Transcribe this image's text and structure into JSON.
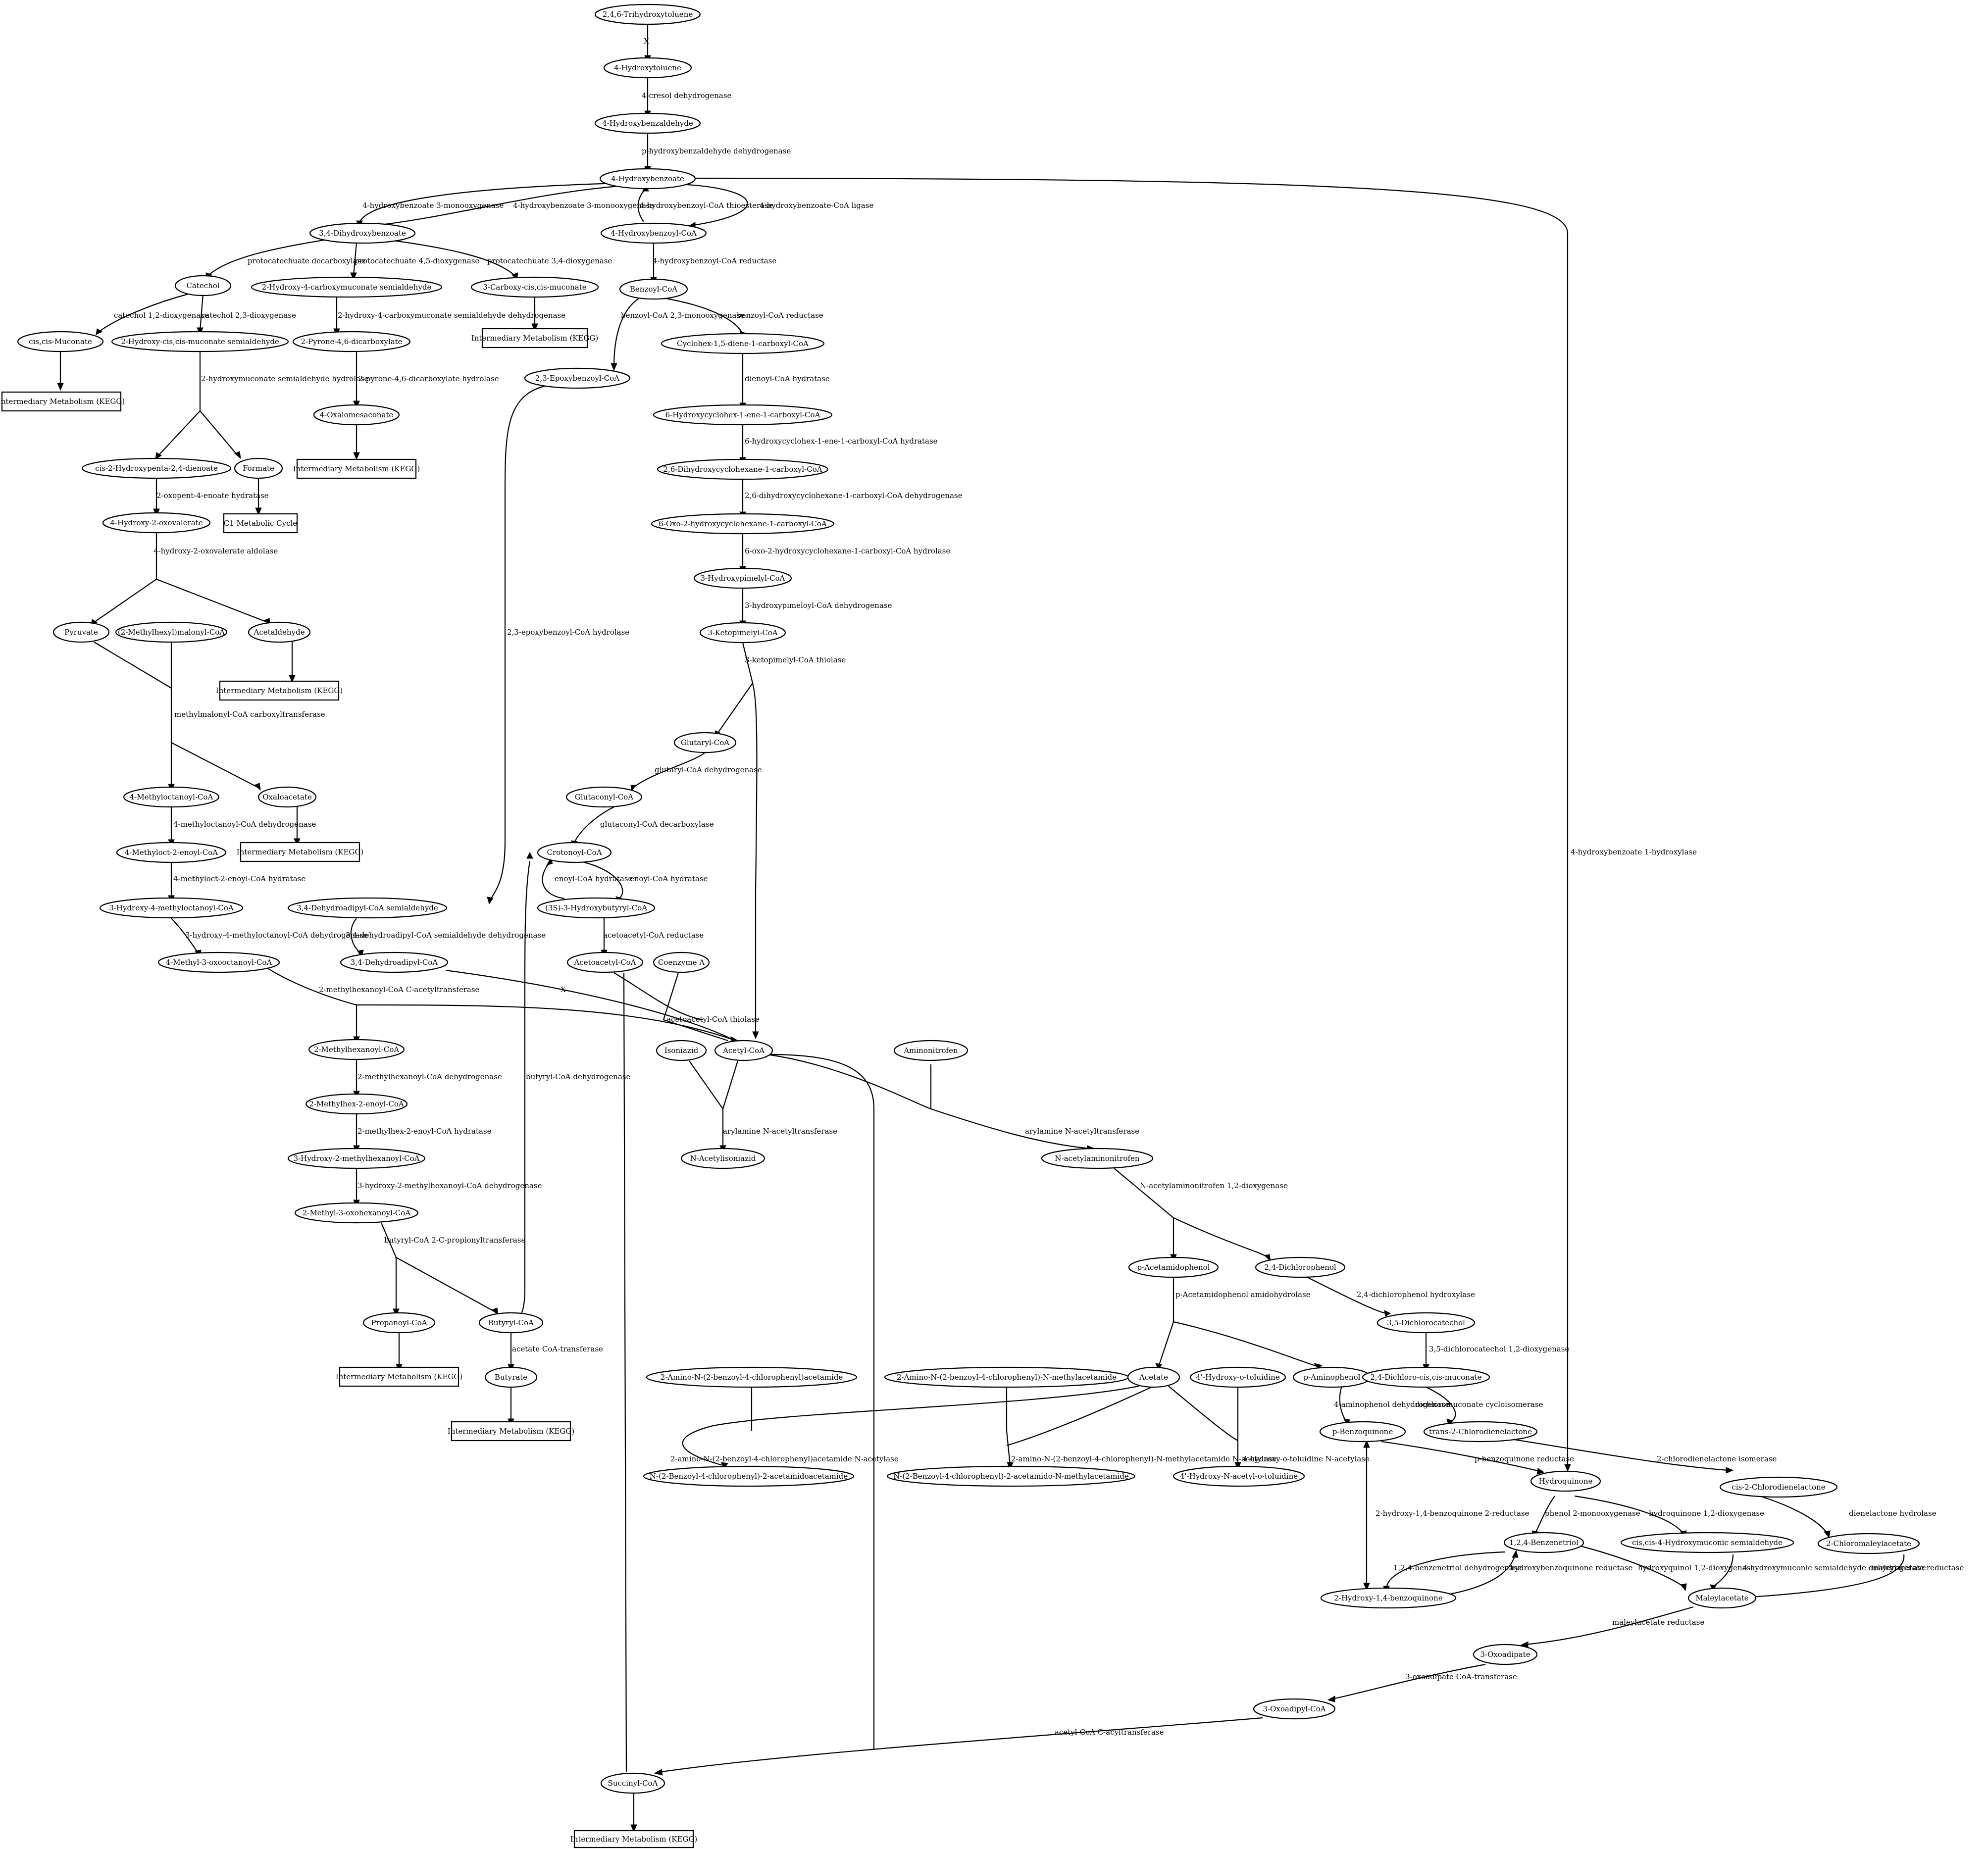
{
  "nodes": [
    {
      "id": "n1",
      "label": "2,4,6-Trihydroxytoluene",
      "shape": "ellipse"
    },
    {
      "id": "n2",
      "label": "4-Hydroxytoluene",
      "shape": "ellipse"
    },
    {
      "id": "n3",
      "label": "4-Hydroxybenzaldehyde",
      "shape": "ellipse"
    },
    {
      "id": "n4",
      "label": "4-Hydroxybenzoate",
      "shape": "ellipse"
    },
    {
      "id": "n5",
      "label": "3,4-Dihydroxybenzoate",
      "shape": "ellipse"
    },
    {
      "id": "n6",
      "label": "4-Hydroxybenzoyl-CoA",
      "shape": "ellipse"
    },
    {
      "id": "n7",
      "label": "Catechol",
      "shape": "ellipse"
    },
    {
      "id": "n8",
      "label": "2-Hydroxy-4-carboxymuconate semialdehyde",
      "shape": "ellipse"
    },
    {
      "id": "n9",
      "label": "3-Carboxy-cis,cis-muconate",
      "shape": "ellipse"
    },
    {
      "id": "n10",
      "label": "Benzoyl-CoA",
      "shape": "ellipse"
    },
    {
      "id": "n11",
      "label": "cis,cis-Muconate",
      "shape": "ellipse"
    },
    {
      "id": "n12",
      "label": "2-Hydroxy-cis,cis-muconate semialdehyde",
      "shape": "ellipse"
    },
    {
      "id": "n13",
      "label": "2-Pyrone-4,6-dicarboxylate",
      "shape": "ellipse"
    },
    {
      "id": "n14",
      "label": "Intermediary Metabolism (KEGG)",
      "shape": "box"
    },
    {
      "id": "n15",
      "label": "Cyclohex-1,5-diene-1-carboxyl-CoA",
      "shape": "ellipse"
    },
    {
      "id": "n16",
      "label": "2,3-Epoxybenzoyl-CoA",
      "shape": "ellipse"
    },
    {
      "id": "n17",
      "label": "Intermediary Metabolism (KEGG)",
      "shape": "box"
    },
    {
      "id": "n18",
      "label": "4-Oxalomesaconate",
      "shape": "ellipse"
    },
    {
      "id": "n19",
      "label": "6-Hydroxycyclohex-1-ene-1-carboxyl-CoA",
      "shape": "ellipse"
    },
    {
      "id": "n20",
      "label": "cis-2-Hydroxypenta-2,4-dienoate",
      "shape": "ellipse"
    },
    {
      "id": "n21",
      "label": "Formate",
      "shape": "ellipse"
    },
    {
      "id": "n22",
      "label": "Intermediary Metabolism (KEGG)",
      "shape": "box"
    },
    {
      "id": "n23",
      "label": "2,6-Dihydroxycyclohexane-1-carboxyl-CoA",
      "shape": "ellipse"
    },
    {
      "id": "n24",
      "label": "4-Hydroxy-2-oxovalerate",
      "shape": "ellipse"
    },
    {
      "id": "n25",
      "label": "C1 Metabolic Cycle",
      "shape": "box"
    },
    {
      "id": "n26",
      "label": "6-Oxo-2-hydroxycyclohexane-1-carboxyl-CoA",
      "shape": "ellipse"
    },
    {
      "id": "n27",
      "label": "3-Hydroxypimelyl-CoA",
      "shape": "ellipse"
    },
    {
      "id": "n28",
      "label": "Pyruvate",
      "shape": "ellipse"
    },
    {
      "id": "n29",
      "label": "(2-Methylhexyl)malonyl-CoA",
      "shape": "ellipse"
    },
    {
      "id": "n30",
      "label": "Acetaldehyde",
      "shape": "ellipse"
    },
    {
      "id": "n31",
      "label": "3-Ketopimelyl-CoA",
      "shape": "ellipse"
    },
    {
      "id": "n32",
      "label": "Intermediary Metabolism (KEGG)",
      "shape": "box"
    },
    {
      "id": "n33",
      "label": "Glutaryl-CoA",
      "shape": "ellipse"
    },
    {
      "id": "n34",
      "label": "4-Methyloctanoyl-CoA",
      "shape": "ellipse"
    },
    {
      "id": "n35",
      "label": "Oxaloacetate",
      "shape": "ellipse"
    },
    {
      "id": "n36",
      "label": "Glutaconyl-CoA",
      "shape": "ellipse"
    },
    {
      "id": "n37",
      "label": "4-Methyloct-2-enoyl-CoA",
      "shape": "ellipse"
    },
    {
      "id": "n38",
      "label": "Intermediary Metabolism (KEGG)",
      "shape": "box"
    },
    {
      "id": "n39",
      "label": "Crotonoyl-CoA",
      "shape": "ellipse"
    },
    {
      "id": "n40",
      "label": "3-Hydroxy-4-methyloctanoyl-CoA",
      "shape": "ellipse"
    },
    {
      "id": "n41",
      "label": "3,4-Dehydroadipyl-CoA semialdehyde",
      "shape": "ellipse"
    },
    {
      "id": "n42",
      "label": "(3S)-3-Hydroxybutyryl-CoA",
      "shape": "ellipse"
    },
    {
      "id": "n43",
      "label": "4-Methyl-3-oxooctanoyl-CoA",
      "shape": "ellipse"
    },
    {
      "id": "n44",
      "label": "3,4-Dehydroadipyl-CoA",
      "shape": "ellipse"
    },
    {
      "id": "n45",
      "label": "Acetoacetyl-CoA",
      "shape": "ellipse"
    },
    {
      "id": "n46",
      "label": "Coenzyme A",
      "shape": "ellipse"
    },
    {
      "id": "n47",
      "label": "Isoniazid",
      "shape": "ellipse"
    },
    {
      "id": "n48",
      "label": "Acetyl-CoA",
      "shape": "ellipse"
    },
    {
      "id": "n49",
      "label": "Aminonitrofen",
      "shape": "ellipse"
    },
    {
      "id": "n50",
      "label": "2-Methylhexanoyl-CoA",
      "shape": "ellipse"
    },
    {
      "id": "n51",
      "label": "2-Methylhex-2-enoyl-CoA",
      "shape": "ellipse"
    },
    {
      "id": "n52",
      "label": "N-Acetylisoniazid",
      "shape": "ellipse"
    },
    {
      "id": "n53",
      "label": "N-acetylaminonitrofen",
      "shape": "ellipse"
    },
    {
      "id": "n54",
      "label": "3-Hydroxy-2-methylhexanoyl-CoA",
      "shape": "ellipse"
    },
    {
      "id": "n55",
      "label": "2-Methyl-3-oxohexanoyl-CoA",
      "shape": "ellipse"
    },
    {
      "id": "n56",
      "label": "p-Acetamidophenol",
      "shape": "ellipse"
    },
    {
      "id": "n57",
      "label": "2,4-Dichlorophenol",
      "shape": "ellipse"
    },
    {
      "id": "n58",
      "label": "Propanoyl-CoA",
      "shape": "ellipse"
    },
    {
      "id": "n59",
      "label": "Butyryl-CoA",
      "shape": "ellipse"
    },
    {
      "id": "n60",
      "label": "3,5-Dichlorocatechol",
      "shape": "ellipse"
    },
    {
      "id": "n61",
      "label": "Intermediary Metabolism (KEGG)",
      "shape": "box"
    },
    {
      "id": "n62",
      "label": "2-Amino-N-(2-benzoyl-4-chlorophenyl)acetamide",
      "shape": "ellipse"
    },
    {
      "id": "n63",
      "label": "2-Amino-N-(2-benzoyl-4-chlorophenyl)-N-methylacetamide",
      "shape": "ellipse"
    },
    {
      "id": "n64",
      "label": "Acetate",
      "shape": "ellipse"
    },
    {
      "id": "n65",
      "label": "4'-Hydroxy-o-toluidine",
      "shape": "ellipse"
    },
    {
      "id": "n66",
      "label": "p-Aminophenol",
      "shape": "ellipse"
    },
    {
      "id": "n67",
      "label": "2,4-Dichloro-cis,cis-muconate",
      "shape": "ellipse"
    },
    {
      "id": "n68",
      "label": "Butyrate",
      "shape": "ellipse"
    },
    {
      "id": "n69",
      "label": "Intermediary Metabolism (KEGG)",
      "shape": "box"
    },
    {
      "id": "n70",
      "label": "p-Benzoquinone",
      "shape": "ellipse"
    },
    {
      "id": "n71",
      "label": "trans-2-Chlorodienelactone",
      "shape": "ellipse"
    },
    {
      "id": "n72",
      "label": "N-(2-Benzoyl-4-chlorophenyl)-2-acetamidoacetamide",
      "shape": "ellipse"
    },
    {
      "id": "n73",
      "label": "N-(2-Benzoyl-4-chlorophenyl)-2-acetamido-N-methylacetamide",
      "shape": "ellipse"
    },
    {
      "id": "n74",
      "label": "4'-Hydroxy-N-acetyl-o-toluidine",
      "shape": "ellipse"
    },
    {
      "id": "n75",
      "label": "Hydroquinone",
      "shape": "ellipse"
    },
    {
      "id": "n76",
      "label": "cis-2-Chlorodienelactone",
      "shape": "ellipse"
    },
    {
      "id": "n77",
      "label": "1,2,4-Benzenetriol",
      "shape": "ellipse"
    },
    {
      "id": "n78",
      "label": "cis,cis-4-Hydroxymuconic semialdehyde",
      "shape": "ellipse"
    },
    {
      "id": "n79",
      "label": "2-Chloromaleylacetate",
      "shape": "ellipse"
    },
    {
      "id": "n80",
      "label": "2-Hydroxy-1,4-benzoquinone",
      "shape": "ellipse"
    },
    {
      "id": "n81",
      "label": "Maleylacetate",
      "shape": "ellipse"
    },
    {
      "id": "n82",
      "label": "3-Oxoadipate",
      "shape": "ellipse"
    },
    {
      "id": "n83",
      "label": "3-Oxoadipyl-CoA",
      "shape": "ellipse"
    },
    {
      "id": "n84",
      "label": "Succinyl-CoA",
      "shape": "ellipse"
    },
    {
      "id": "n85",
      "label": "Intermediary Metabolism (KEGG)",
      "shape": "box"
    }
  ],
  "edge_labels": [
    {
      "id": "e1",
      "label": "X"
    },
    {
      "id": "e2",
      "label": "4-cresol dehydrogenase"
    },
    {
      "id": "e3",
      "label": "p-hydroxybenzaldehyde dehydrogenase"
    },
    {
      "id": "e4",
      "label": "4-hydroxybenzoate 3-monooxygenase"
    },
    {
      "id": "e5",
      "label": "4-hydroxybenzoate 3-monooxygenase"
    },
    {
      "id": "e6",
      "label": "4-hydroxybenzoyl-CoA thioesterase"
    },
    {
      "id": "e7",
      "label": "4-hydroxybenzoate-CoA ligase"
    },
    {
      "id": "e8",
      "label": "4-hydroxybenzoate 1-hydroxylase"
    },
    {
      "id": "e9",
      "label": "protocatechuate decarboxylase"
    },
    {
      "id": "e10",
      "label": "protocatechuate 4,5-dioxygenase"
    },
    {
      "id": "e11",
      "label": "protocatechuate 3,4-dioxygenase"
    },
    {
      "id": "e12",
      "label": "4-hydroxybenzoyl-CoA reductase"
    },
    {
      "id": "e13",
      "label": "catechol 1,2-dioxygenase"
    },
    {
      "id": "e14",
      "label": "catechol 2,3-dioxygenase"
    },
    {
      "id": "e15",
      "label": "2-hydroxy-4-carboxymuconate semialdehyde dehydrogenase"
    },
    {
      "id": "e16",
      "label": "benzoyl-CoA 2,3-monooxygenase"
    },
    {
      "id": "e17",
      "label": "benzoyl-CoA reductase"
    },
    {
      "id": "e18",
      "label": "2-hydroxymuconate semialdehyde hydrolase"
    },
    {
      "id": "e19",
      "label": "2-pyrone-4,6-dicarboxylate hydrolase"
    },
    {
      "id": "e20",
      "label": "dienoyl-CoA hydratase"
    },
    {
      "id": "e21",
      "label": "6-hydroxycyclohex-1-ene-1-carboxyl-CoA hydratase"
    },
    {
      "id": "e22",
      "label": "2-oxopent-4-enoate hydratase"
    },
    {
      "id": "e23",
      "label": "2,6-dihydroxycyclohexane-1-carboxyl-CoA dehydrogenase"
    },
    {
      "id": "e24",
      "label": "4-hydroxy-2-oxovalerate aldolase"
    },
    {
      "id": "e25",
      "label": "6-oxo-2-hydroxycyclohexane-1-carboxyl-CoA hydrolase"
    },
    {
      "id": "e26",
      "label": "3-hydroxypimeloyl-CoA dehydrogenase"
    },
    {
      "id": "e27",
      "label": "2,3-epoxybenzoyl-CoA hydrolase"
    },
    {
      "id": "e28",
      "label": "3-ketopimelyl-CoA thiolase"
    },
    {
      "id": "e29",
      "label": "methylmalonyl-CoA carboxyltransferase"
    },
    {
      "id": "e30",
      "label": "glutaryl-CoA dehydrogenase"
    },
    {
      "id": "e31",
      "label": "glutaconyl-CoA decarboxylase"
    },
    {
      "id": "e32",
      "label": "4-methyloctanoyl-CoA dehydrogenase"
    },
    {
      "id": "e33",
      "label": "4-methyloct-2-enoyl-CoA hydratase"
    },
    {
      "id": "e34",
      "label": "enoyl-CoA hydratase"
    },
    {
      "id": "e35",
      "label": "enoyl-CoA hydratase"
    },
    {
      "id": "e36",
      "label": "3-hydroxy-4-methyloctanoyl-CoA dehydrogenase"
    },
    {
      "id": "e37",
      "label": "3,4-dehydroadipyl-CoA semialdehyde dehydrogenase"
    },
    {
      "id": "e38",
      "label": "acetoacetyl-CoA reductase"
    },
    {
      "id": "e39",
      "label": "2-methylhexanoyl-CoA C-acetyltransferase"
    },
    {
      "id": "e40",
      "label": "X"
    },
    {
      "id": "e41",
      "label": "acetoacetyl-CoA thiolase"
    },
    {
      "id": "e42",
      "label": "butyryl-CoA dehydrogenase"
    },
    {
      "id": "e43",
      "label": "2-methylhexanoyl-CoA dehydrogenase"
    },
    {
      "id": "e44",
      "label": "arylamine N-acetyltransferase"
    },
    {
      "id": "e45",
      "label": "arylamine N-acetyltransferase"
    },
    {
      "id": "e46",
      "label": "2-methylhex-2-enoyl-CoA hydratase"
    },
    {
      "id": "e47",
      "label": "3-hydroxy-2-methylhexanoyl-CoA dehydrogenase"
    },
    {
      "id": "e48",
      "label": "N-acetylaminonitrofen 1,2-dioxygenase"
    },
    {
      "id": "e49",
      "label": "butyryl-CoA 2-C-propionyltransferase"
    },
    {
      "id": "e50",
      "label": "p-Acetamidophenol amidohydrolase"
    },
    {
      "id": "e51",
      "label": "2,4-dichlorophenol hydroxylase"
    },
    {
      "id": "e52",
      "label": "acetate CoA-transferase"
    },
    {
      "id": "e53",
      "label": "3,5-dichlorocatechol 1,2-dioxygenase"
    },
    {
      "id": "e54",
      "label": "4-aminophenol dehydrogenase"
    },
    {
      "id": "e55",
      "label": "dichloromuconate cycloisomerase"
    },
    {
      "id": "e56",
      "label": "2-amino-N-(2-benzoyl-4-chlorophenyl)acetamide N-acetylase"
    },
    {
      "id": "e57",
      "label": "2-amino-N-(2-benzoyl-4-chlorophenyl)-N-methylacetamide N-acetylase"
    },
    {
      "id": "e58",
      "label": "4-hydroxy-o-toluidine N-acetylase"
    },
    {
      "id": "e59",
      "label": "p-benzoquinone reductase"
    },
    {
      "id": "e60",
      "label": "2-chlorodienelactone isomerase"
    },
    {
      "id": "e61",
      "label": "phenol 2-monooxygenase"
    },
    {
      "id": "e62",
      "label": "hydroquinone 1,2-dioxygenase"
    },
    {
      "id": "e63",
      "label": "dienelactone hydrolase"
    },
    {
      "id": "e64",
      "label": "2-hydroxy-1,4-benzoquinone 2-reductase"
    },
    {
      "id": "e65",
      "label": "1,2,4-benzenetriol dehydrogenase"
    },
    {
      "id": "e66",
      "label": "hydroxybenzoquinone reductase"
    },
    {
      "id": "e67",
      "label": "hydroxyquinol 1,2-dioxygenase"
    },
    {
      "id": "e68",
      "label": "4-hydroxymuconic semialdehyde dehydrogenase"
    },
    {
      "id": "e69",
      "label": "maleylacetate reductase"
    },
    {
      "id": "e70",
      "label": "maleylacetate reductase"
    },
    {
      "id": "e71",
      "label": "3-oxoadipate CoA-transferase"
    },
    {
      "id": "e72",
      "label": "acetyl-CoA C-acyltransferase"
    }
  ]
}
